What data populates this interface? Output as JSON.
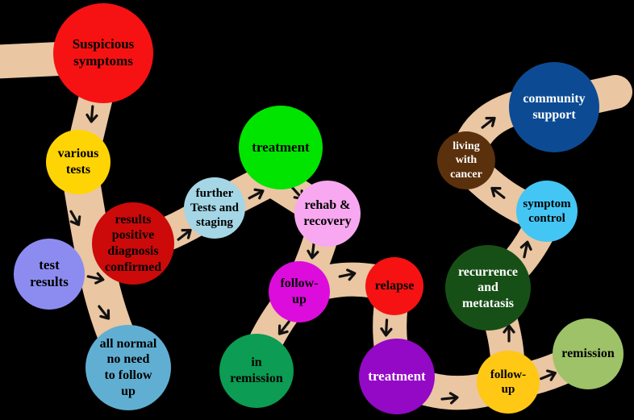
{
  "diagram": {
    "title": "cancer patient journey pathway",
    "background_color": "#000000",
    "path_color": "#EAC6A2",
    "arrow_color": "#111111",
    "nodes": [
      {
        "id": "suspicious-symptoms",
        "label": "Suspicious\nsymptoms",
        "fill": "#F61212",
        "text_color": "#000000"
      },
      {
        "id": "various-tests",
        "label": "various\ntests",
        "fill": "#FFD405",
        "text_color": "#000000"
      },
      {
        "id": "test-results",
        "label": "test\nresults",
        "fill": "#8C8CF0",
        "text_color": "#000000"
      },
      {
        "id": "results-positive",
        "label": "results\npositive\ndiagnosis\nconfirmed",
        "fill": "#CC0A0A",
        "text_color": "#000000"
      },
      {
        "id": "further-tests-staging",
        "label": "further\nTests and\nstaging",
        "fill": "#A5D6E6",
        "text_color": "#000000"
      },
      {
        "id": "treatment-first",
        "label": "treatment",
        "fill": "#00E400",
        "text_color": "#000000"
      },
      {
        "id": "rehab-recovery",
        "label": "rehab &\nrecovery",
        "fill": "#F8A8F0",
        "text_color": "#000000"
      },
      {
        "id": "follow-up-first",
        "label": "follow-\nup",
        "fill": "#DC0CDC",
        "text_color": "#000000"
      },
      {
        "id": "relapse",
        "label": "relapse",
        "fill": "#F61212",
        "text_color": "#000000"
      },
      {
        "id": "in-remission",
        "label": "in\nremission",
        "fill": "#0C9C53",
        "text_color": "#000000"
      },
      {
        "id": "all-normal",
        "label": "all normal\nno need\nto follow\nup",
        "fill": "#60AFD2",
        "text_color": "#000000"
      },
      {
        "id": "treatment-second",
        "label": "treatment",
        "fill": "#9309C6",
        "text_color": "#FFFFFF"
      },
      {
        "id": "follow-up-second",
        "label": "follow-\nup",
        "fill": "#FFC814",
        "text_color": "#000000"
      },
      {
        "id": "remission",
        "label": "remission",
        "fill": "#9DC268",
        "text_color": "#000000"
      },
      {
        "id": "recurrence-metatasis",
        "label": "recurrence\nand\nmetatasis",
        "fill": "#175017",
        "text_color": "#FFFFFF"
      },
      {
        "id": "symptom-control",
        "label": "symptom\ncontrol",
        "fill": "#44C6F4",
        "text_color": "#000000"
      },
      {
        "id": "living-with-cancer",
        "label": "living\nwith\ncancer",
        "fill": "#5B300D",
        "text_color": "#FFFFFF"
      },
      {
        "id": "community-support",
        "label": "community\nsupport",
        "fill": "#0C4B94",
        "text_color": "#FFFFFF"
      }
    ]
  }
}
